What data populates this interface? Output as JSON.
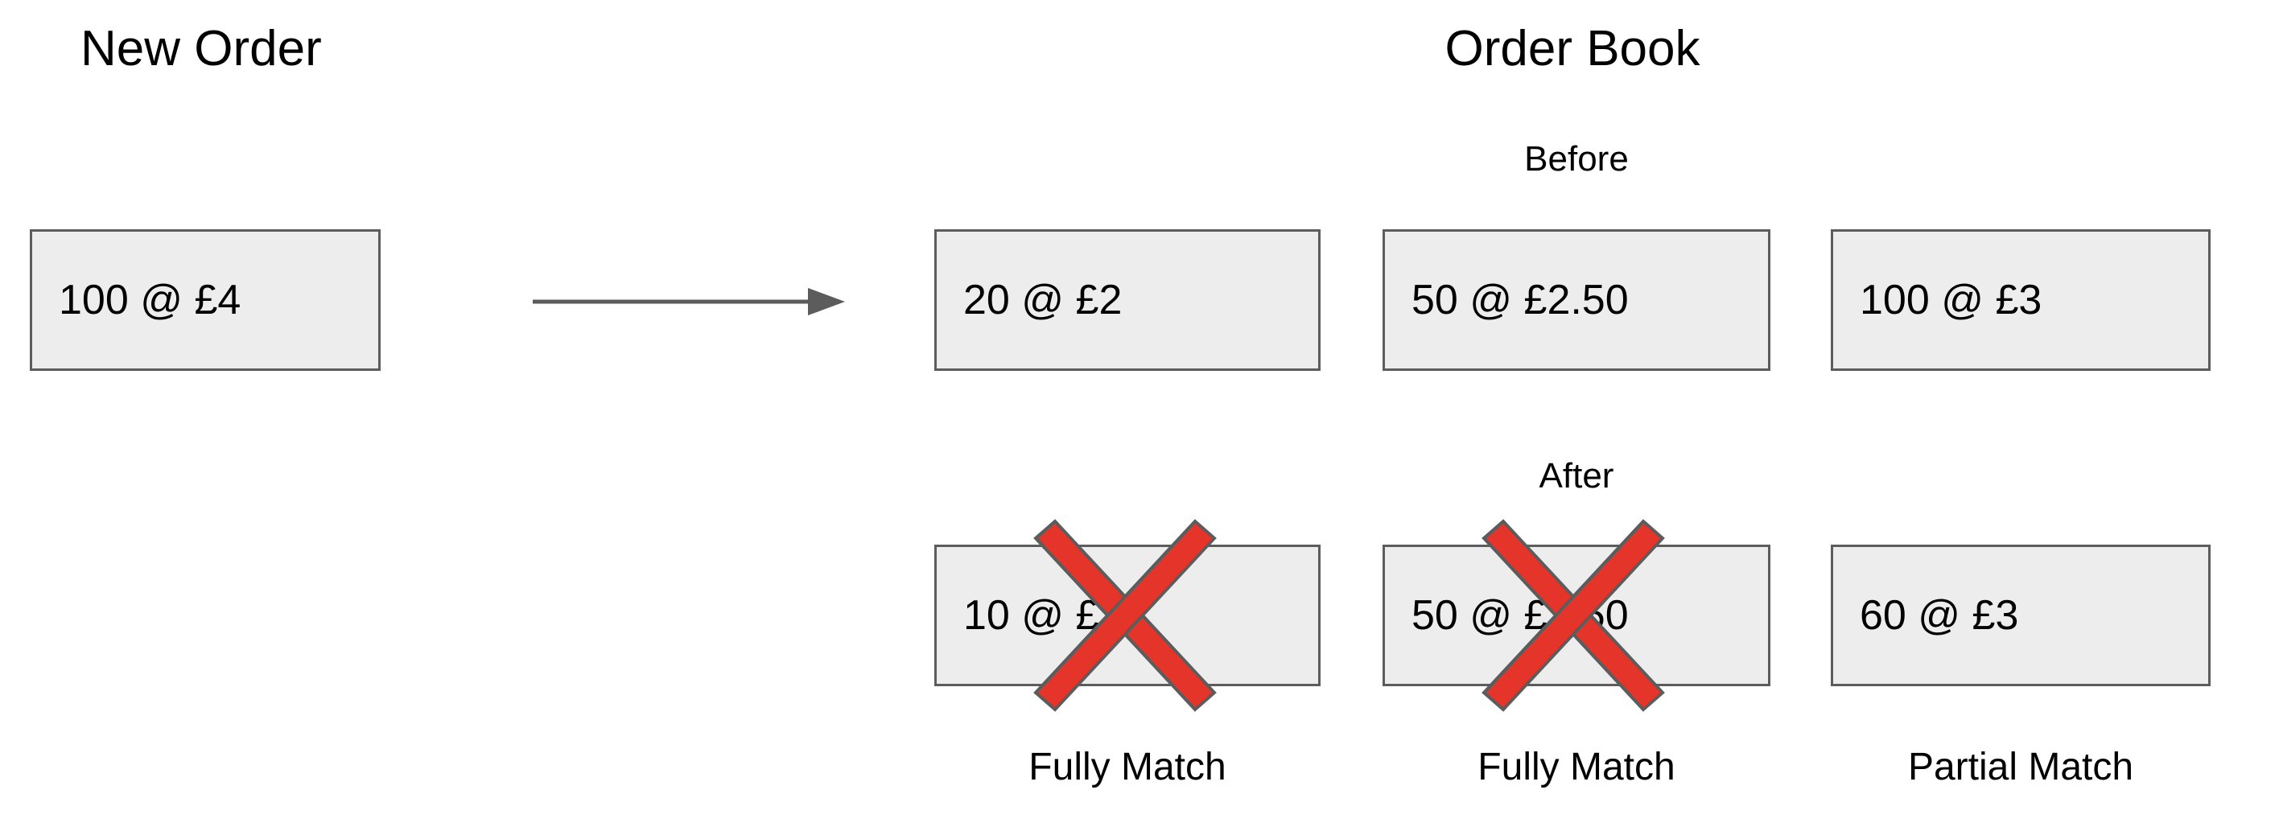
{
  "diagram": {
    "new_order": {
      "title": "New Order",
      "order": "100 @ £4"
    },
    "flow": {
      "arrow_icon": "arrow-right-icon"
    },
    "order_book": {
      "title": "Order Book",
      "before": {
        "label": "Before",
        "orders": [
          "20 @ £2",
          "50 @ £2.50",
          "100 @ £3"
        ]
      },
      "after": {
        "label": "After",
        "orders": [
          "10 @ £2",
          "50 @ £2.50",
          "60 @ £3"
        ],
        "crossed_out": [
          true,
          true,
          false
        ],
        "cross_icon": "red-cross-icon"
      },
      "match_results": [
        "Fully Match",
        "Fully Match",
        "Partial Match"
      ]
    },
    "colors": {
      "box_fill": "#ededed",
      "box_border": "#5c5c5c",
      "cross_red": "#e5342a",
      "cross_outline": "#5c5c5c",
      "text": "#000000",
      "background": "#ffffff"
    }
  }
}
